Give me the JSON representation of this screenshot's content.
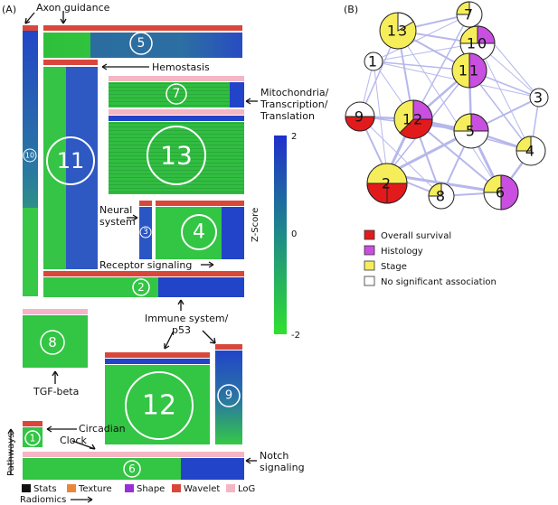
{
  "panel_a": {
    "label": "(A)",
    "annotations": {
      "axon": "Axon guidance",
      "hemostasis": "Hemostasis",
      "mito1": "Mitochondria/",
      "mito2": "Transcription/",
      "mito3": "Translation",
      "neural1": "Neural",
      "neural2": "system",
      "receptor": "Receptor signaling",
      "immune1": "Immune system/",
      "immune2": "p53",
      "tgf": "TGF-beta",
      "circ1": "Circadian",
      "circ2": "Clock",
      "notch1": "Notch",
      "notch2": "signaling",
      "pathways_axis": "Pathways",
      "radiomics_axis": "Radiomics"
    },
    "colorbar": {
      "title": "Z-Score",
      "max": "2",
      "mid": "0",
      "min": "-2"
    },
    "clusters": [
      "1",
      "2",
      "3",
      "4",
      "5",
      "6",
      "7",
      "8",
      "9",
      "10",
      "11",
      "12",
      "13"
    ],
    "legend": [
      {
        "label": "Stats",
        "color": "#111111"
      },
      {
        "label": "Texture",
        "color": "#e8883a"
      },
      {
        "label": "Shape",
        "color": "#9b2fd6"
      },
      {
        "label": "Wavelet",
        "color": "#d9473a"
      },
      {
        "label": "LoG",
        "color": "#f4b6c4"
      }
    ]
  },
  "panel_b": {
    "label": "(B)",
    "nodes": [
      "1",
      "2",
      "3",
      "4",
      "5",
      "6",
      "7",
      "8",
      "9",
      "10",
      "11",
      "12",
      "13"
    ],
    "legend": [
      {
        "label": "Overall survival",
        "color": "#e31a1c"
      },
      {
        "label": "Histology",
        "color": "#c94fe0"
      },
      {
        "label": "Stage",
        "color": "#f5ee5a"
      },
      {
        "label": "No significant association",
        "color": "#ffffff"
      }
    ]
  }
}
